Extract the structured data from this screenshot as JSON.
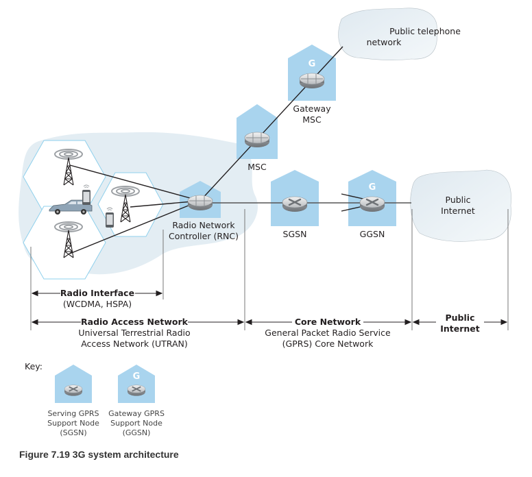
{
  "figure": {
    "caption": "Figure 7.19 3G system architecture"
  },
  "clouds": {
    "pstn": [
      "Public telephone",
      "network"
    ],
    "internet": [
      "Public",
      "Internet"
    ]
  },
  "nodes": {
    "gateway_msc": {
      "lines": [
        "Gateway",
        "MSC"
      ],
      "badge": "G"
    },
    "msc": {
      "lines": [
        "MSC"
      ]
    },
    "rnc": {
      "lines": [
        "Radio Network",
        "Controller (RNC)"
      ]
    },
    "sgsn": {
      "lines": [
        "SGSN"
      ]
    },
    "ggsn": {
      "lines": [
        "GGSN"
      ],
      "badge": "G"
    }
  },
  "spans": {
    "radio_interface": {
      "title": "Radio Interface",
      "sub": [
        "(WCDMA, HSPA)"
      ]
    },
    "ran": {
      "title": "Radio Access Network",
      "sub": [
        "Universal Terrestrial Radio",
        "Access Network (UTRAN)"
      ]
    },
    "core": {
      "title": "Core Network",
      "sub": [
        "General Packet Radio Service",
        "(GPRS) Core Network"
      ]
    },
    "public_internet": {
      "title": [
        "Public",
        "Internet"
      ]
    }
  },
  "key": {
    "title": "Key:",
    "items": [
      {
        "lines": [
          "Serving GPRS",
          "Support Node",
          "(SGSN)"
        ]
      },
      {
        "lines": [
          "Gateway GPRS",
          "Support Node",
          "(GGSN)"
        ],
        "badge": "G"
      }
    ]
  },
  "colors": {
    "house": "#a9d4ee",
    "cloud": "#e3edf3",
    "cell_border": "#8fd0ec",
    "line": "#231f20"
  }
}
